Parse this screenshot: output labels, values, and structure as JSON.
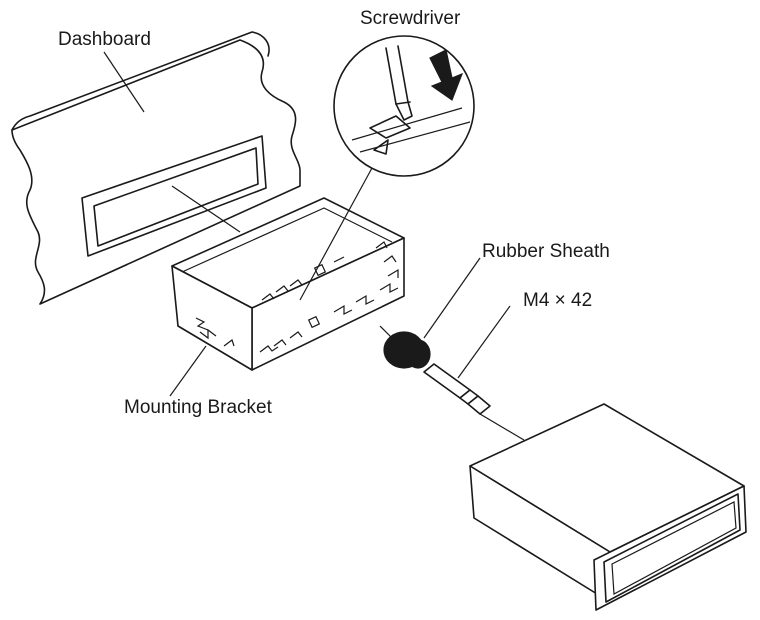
{
  "labels": {
    "dashboard": "Dashboard",
    "screwdriver": "Screwdriver",
    "rubber_sheath": "Rubber Sheath",
    "screw_spec": "M4 × 42",
    "mounting_bracket": "Mounting Bracket"
  },
  "colors": {
    "line": "#1a1a1a",
    "background": "#ffffff"
  },
  "icons": {
    "press_direction": "down-arrow"
  }
}
